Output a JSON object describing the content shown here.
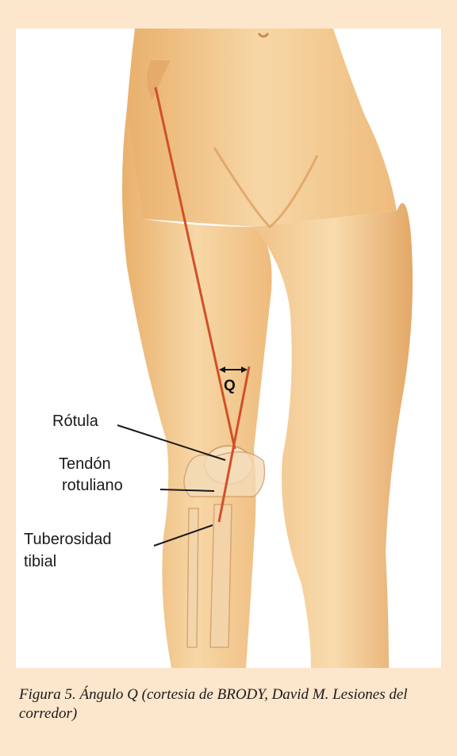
{
  "labels": {
    "angle": "Q",
    "patella": "Rótula",
    "tendon_1": "Tendón",
    "tendon_2": "rotuliano",
    "tuberosity_1": "Tuberosidad",
    "tuberosity_2": "tibial"
  },
  "caption": "Figura 5. Ángulo Q (cortesia de BRODY, David M. Lesiones del corredor)",
  "colors": {
    "page_background": "#fce6cc",
    "skin": "#f2c890",
    "q_lines": "#d0502a"
  }
}
